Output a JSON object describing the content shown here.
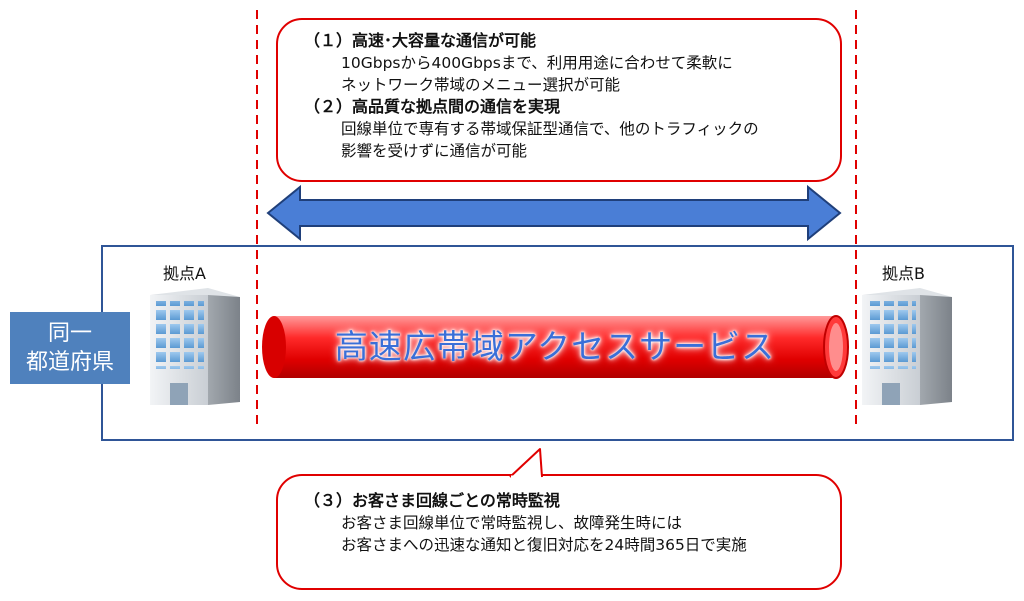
{
  "region": {
    "prefecture_line1": "同一",
    "prefecture_line2": "都道府県"
  },
  "site_a": {
    "label": "拠点A"
  },
  "site_b": {
    "label": "拠点B"
  },
  "service": {
    "name": "高速広帯域アクセスサービス"
  },
  "features": [
    {
      "heading": "（１）高速･大容量な通信が可能",
      "lines": [
        "10Gbpsから400Gbpsまで、利用用途に合わせて柔軟に",
        "ネットワーク帯域のメニュー選択が可能"
      ]
    },
    {
      "heading": "（２）高品質な拠点間の通信を実現",
      "lines": [
        "回線単位で専有する帯域保証型通信で、他のトラフィックの",
        "影響を受けずに通信が可能"
      ]
    },
    {
      "heading": "（３）お客さま回線ごとの常時監視",
      "lines": [
        "お客さま回線単位で常時監視し、故障発生時には",
        "お客さまへの迅速な通知と復旧対応を24時間365日で実施"
      ]
    }
  ],
  "colors": {
    "callout_border": "#e00000",
    "arrow_fill": "#4a7ed6",
    "region_border": "#2f5597",
    "prefecture_bg": "#4f81bd",
    "tube": "#ff2020"
  }
}
